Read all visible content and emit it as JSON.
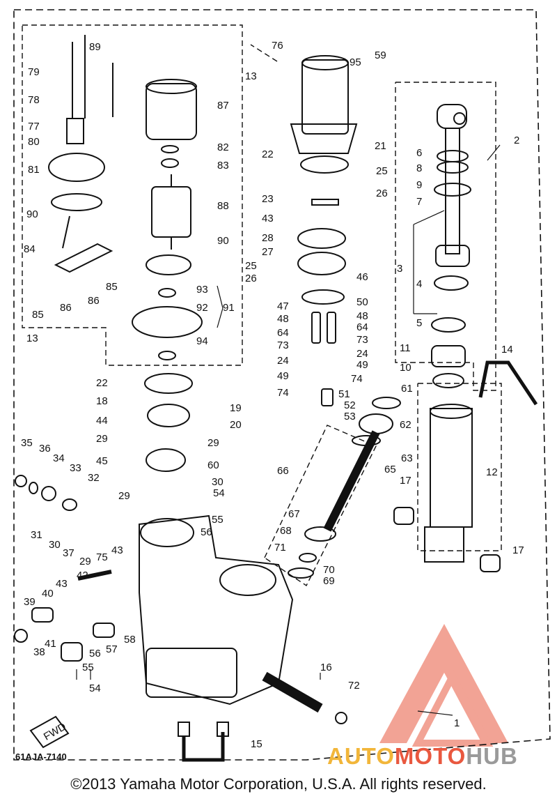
{
  "diagram": {
    "drawing_code": "61AJA-7140",
    "fwd_label": "FWD",
    "copyright": "©2013 Yamaha Motor Corporation, U.S.A. All rights reserved.",
    "watermark": {
      "word_part1": "AUTO",
      "word_part2": "MOTO",
      "word_part3": "HUB",
      "colors": {
        "orange": "#f2b63a",
        "red": "#e9583f",
        "gray": "#9a9a9a"
      }
    }
  },
  "callouts": [
    "89",
    "79",
    "78",
    "77",
    "80",
    "81",
    "90",
    "84",
    "85",
    "86",
    "86",
    "85",
    "13",
    "87",
    "82",
    "83",
    "88",
    "90",
    "93",
    "92",
    "91",
    "94",
    "76",
    "13",
    "95",
    "59",
    "21",
    "22",
    "25",
    "26",
    "23",
    "43",
    "28",
    "27",
    "25",
    "26",
    "46",
    "47",
    "50",
    "48",
    "48",
    "64",
    "64",
    "73",
    "73",
    "24",
    "24",
    "49",
    "49",
    "74",
    "74",
    "51",
    "52",
    "53",
    "2",
    "6",
    "8",
    "9",
    "7",
    "3",
    "4",
    "5",
    "11",
    "10",
    "14",
    "12",
    "17",
    "17",
    "61",
    "62",
    "63",
    "65",
    "66",
    "67",
    "68",
    "71",
    "70",
    "69",
    "22",
    "18",
    "19",
    "20",
    "44",
    "29",
    "29",
    "45",
    "60",
    "30",
    "29",
    "54",
    "55",
    "56",
    "35",
    "36",
    "34",
    "33",
    "32",
    "31",
    "30",
    "37",
    "29",
    "75",
    "43",
    "42",
    "43",
    "40",
    "39",
    "41",
    "38",
    "56",
    "55",
    "54",
    "57",
    "58",
    "16",
    "72",
    "1",
    "15"
  ]
}
